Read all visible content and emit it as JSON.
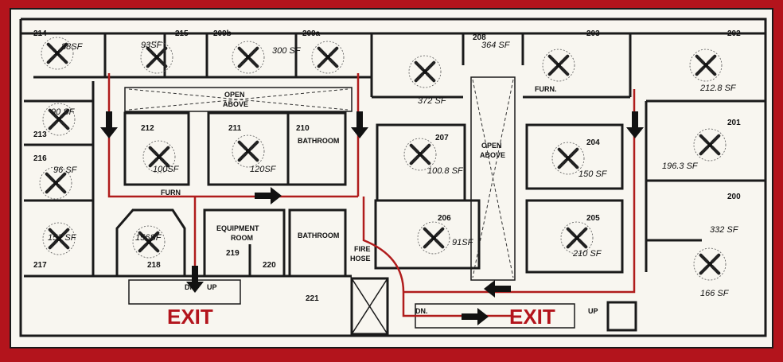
{
  "rooms": [
    {
      "num": "214",
      "sf": "88SF"
    },
    {
      "num": "215",
      "sf": "93SF"
    },
    {
      "num": "209b",
      "sf": "300 SF"
    },
    {
      "num": "209a",
      "sf": ""
    },
    {
      "num": "208",
      "sf": "364 SF"
    },
    {
      "num": "203",
      "sf": ""
    },
    {
      "num": "202",
      "sf": "212.8 SF"
    },
    {
      "num": "213",
      "sf": "90 SF"
    },
    {
      "num": "216",
      "sf": "96 SF"
    },
    {
      "num": "217",
      "sf": "152 SF"
    },
    {
      "num": "212",
      "sf": "100SF"
    },
    {
      "num": "211",
      "sf": "120SF"
    },
    {
      "num": "210",
      "sf": ""
    },
    {
      "num": "207",
      "sf": "100.8 SF"
    },
    {
      "num": "204",
      "sf": "150 SF"
    },
    {
      "num": "201",
      "sf": "196.3 SF"
    },
    {
      "num": "218",
      "sf": "156SF"
    },
    {
      "num": "219",
      "sf": ""
    },
    {
      "num": "220",
      "sf": ""
    },
    {
      "num": "206",
      "sf": "91SF"
    },
    {
      "num": "205",
      "sf": "210 SF"
    },
    {
      "num": "200",
      "sf": "332 SF"
    },
    {
      "num": "221",
      "sf": ""
    }
  ],
  "extra_sf": {
    "a": "372 SF",
    "b": "166 SF"
  },
  "labels": {
    "open_above_1a": "OPEN",
    "open_above_1b": "ABOVE",
    "open_above_2a": "OPEN",
    "open_above_2b": "ABOVE",
    "furn_1": "FURN",
    "furn_2": "FURN.",
    "bathroom_1": "BATHROOM",
    "bathroom_2": "BATHROOM",
    "equipment_a": "EQUIPMENT",
    "equipment_b": "ROOM",
    "fire_a": "FIRE",
    "fire_b": "HOSE",
    "dn_1": "DN.",
    "up_1": "UP",
    "dn_2": "DN.",
    "up_2": "UP"
  },
  "exits": [
    "EXIT",
    "EXIT"
  ],
  "colors": {
    "frame": "#b3141c",
    "route": "#b01c1c",
    "paper": "#f8f6f0",
    "ink": "#1a1a1a"
  }
}
